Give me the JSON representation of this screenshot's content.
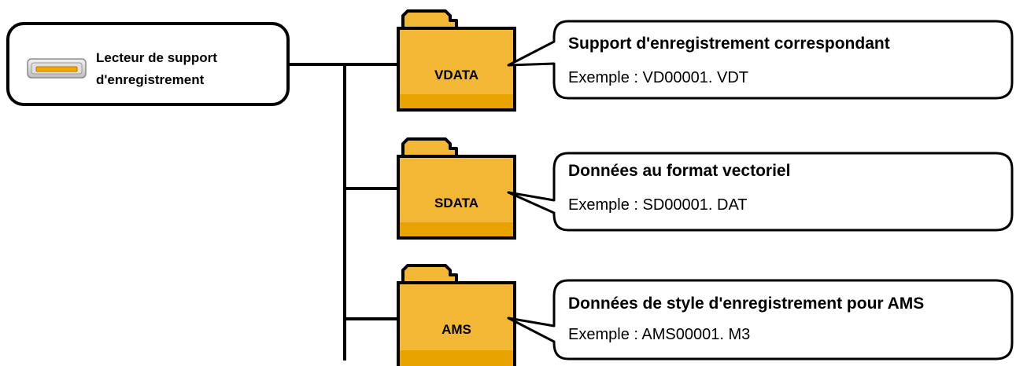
{
  "drive": {
    "label": "Lecteur de support\nd'enregistrement",
    "icon": "media-drive-icon"
  },
  "folders": [
    {
      "name": "VDATA",
      "description": "Support d'enregistrement correspondant",
      "example": "Exemple : VD00001. VDT"
    },
    {
      "name": "SDATA",
      "description": "Données au format vectoriel",
      "example": "Exemple : SD00001. DAT"
    },
    {
      "name": "AMS",
      "description": "Données de style d'enregistrement pour AMS",
      "example": "Exemple : AMS00001. M3"
    }
  ],
  "colors": {
    "folder_fill": "#f2b735",
    "folder_dark": "#e8a300",
    "outline": "#000000"
  }
}
